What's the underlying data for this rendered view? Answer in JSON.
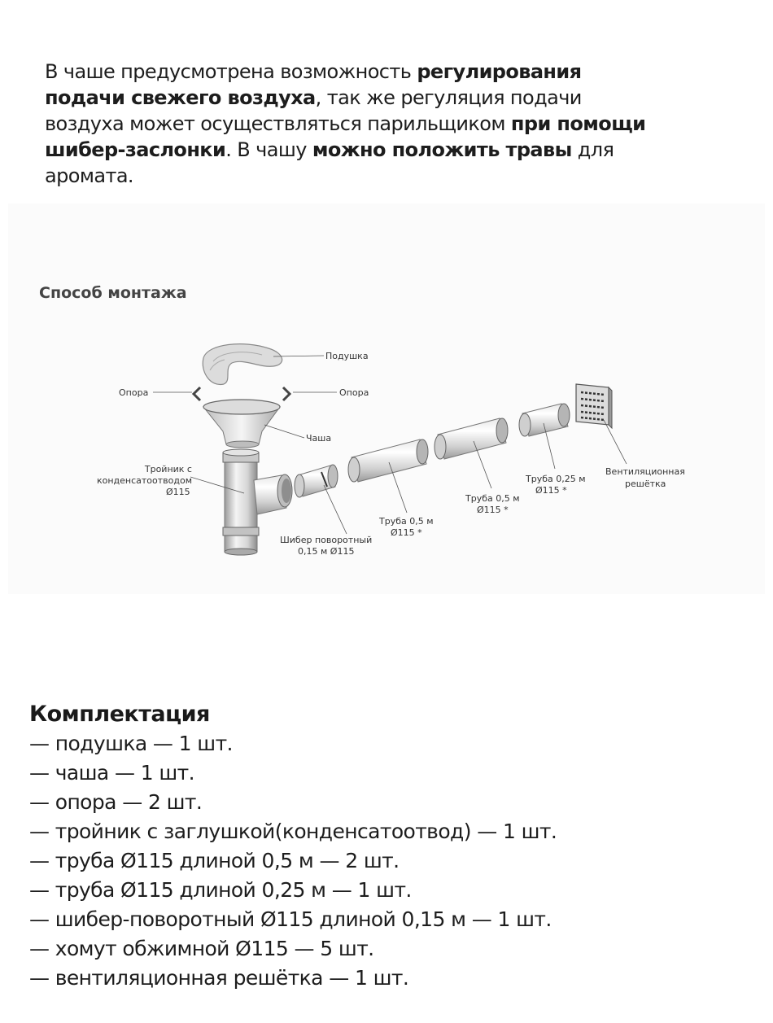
{
  "intro": [
    {
      "text": "В чаше предусмотрена возможность ",
      "bold": false
    },
    {
      "text": "регулирования подачи свежего воздуха",
      "bold": true
    },
    {
      "text": ", так же регуляция подачи воздуха может осуществлять­ся парильщиком ",
      "bold": false
    },
    {
      "text": "при помощи шибер-заслонки",
      "bold": true
    },
    {
      "text": ". В чашу ",
      "bold": false
    },
    {
      "text": "можно положить травы",
      "bold": true
    },
    {
      "text": " для аромата.",
      "bold": false
    }
  ],
  "diagram": {
    "title": "Способ монтажа",
    "labels": {
      "pillow": "Подушка",
      "support_left": "Опора",
      "support_right": "Опора",
      "bowl": "Чаша",
      "tee_line1": "Тройник с",
      "tee_line2": "конденсатоотводом",
      "tee_line3": "Ø115",
      "damper_line1": "Шибер поворотный",
      "damper_line2": "0,15 м Ø115",
      "pipe1_line1": "Труба 0,5 м",
      "pipe1_line2": "Ø115 *",
      "pipe2_line1": "Труба 0,5 м",
      "pipe2_line2": "Ø115 *",
      "pipe3_line1": "Труба 0,25 м",
      "pipe3_line2": "Ø115 *",
      "grille_line1": "Вентиляционная",
      "grille_line2": "решётка"
    },
    "colors": {
      "metal_light": "#eeeeee",
      "metal_mid": "#c4c4c4",
      "metal_dark": "#7c7c7c",
      "line": "#555555"
    }
  },
  "kit": {
    "title": "Комплектация",
    "items": [
      "— подушка — 1 шт.",
      "— чаша — 1 шт.",
      "— опора — 2 шт.",
      "— тройник с заглушкой(конденсатоотвод) — 1 шт.",
      "— труба Ø115 длиной 0,5 м — 2 шт.",
      "— труба Ø115 длиной 0,25 м — 1 шт.",
      "— шибер-поворотный Ø115 длиной 0,15 м — 1 шт.",
      "— хомут обжимной Ø115 — 5 шт.",
      "— вентиляционная решётка — 1 шт."
    ]
  }
}
